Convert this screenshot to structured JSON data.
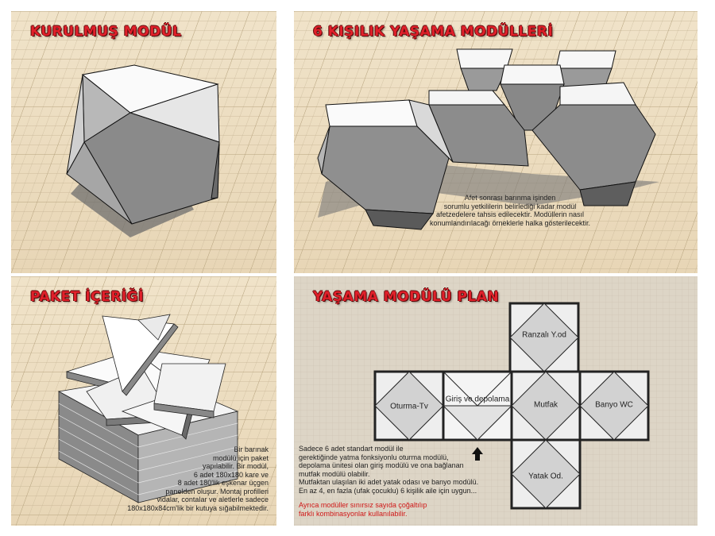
{
  "colors": {
    "title_red": "#e0202a",
    "paper": "#ecdcc0",
    "grid": "#c8b89a",
    "plan_bg": "#ddd5c6"
  },
  "panels": {
    "top_left": {
      "title": "KURULMUŞ MODÜL"
    },
    "top_right": {
      "title": "6 KIŞILIK YAŞAMA MODÜLLERİ",
      "note": [
        "Afet sonrası barınma işinden",
        "sorumlu yetkililerin belirlediği kadar modül",
        "afetzedelere tahsis edilecektir. Modüllerin nasıl",
        "konumlandırılacağı örneklerle halka gösterilecektir."
      ]
    },
    "bottom_left": {
      "title": "PAKET İÇERİĞİ",
      "note": [
        "Bir barınak",
        "modülü için paket",
        "yapılabilir. Bir modül,",
        "6 adet 180x180 kare ve",
        "8 adet 180'lik eşkenar üçgen",
        "panelden oluşur. Montaj profilleri",
        "vidalar, contalar ve aletlerle sadece",
        "180x180x84cm'lik bir kutuya sığabilmektedir."
      ]
    },
    "bottom_right": {
      "title": "YAŞAMA MODÜLÜ PLAN",
      "rooms": {
        "ranzali": "Ranzalı Y.od",
        "oturma": "Oturma-Tv",
        "giris": "Giriş ve depolama",
        "mutfak": "Mutfak",
        "banyo": "Banyo WC",
        "yatak": "Yatak Od."
      },
      "note": [
        "Sadece 6 adet standart modül ile",
        "gerektiğinde yatma fonksiyonlu oturma modülü,",
        "depolama ünitesi olan giriş modülü ve ona bağlanan",
        "mutfak modülü olabilir.",
        "Mutfaktan ulaşılan iki adet yatak odası ve banyo modülü.",
        "En az 4, en fazla (ufak çocuklu) 6 kişilik aile için uygun..."
      ],
      "note_red": [
        "Ayrıca modüller sınırsız sayıda çoğaltılıp",
        "farklı kombinasyonlar kullanılabilir."
      ]
    }
  }
}
